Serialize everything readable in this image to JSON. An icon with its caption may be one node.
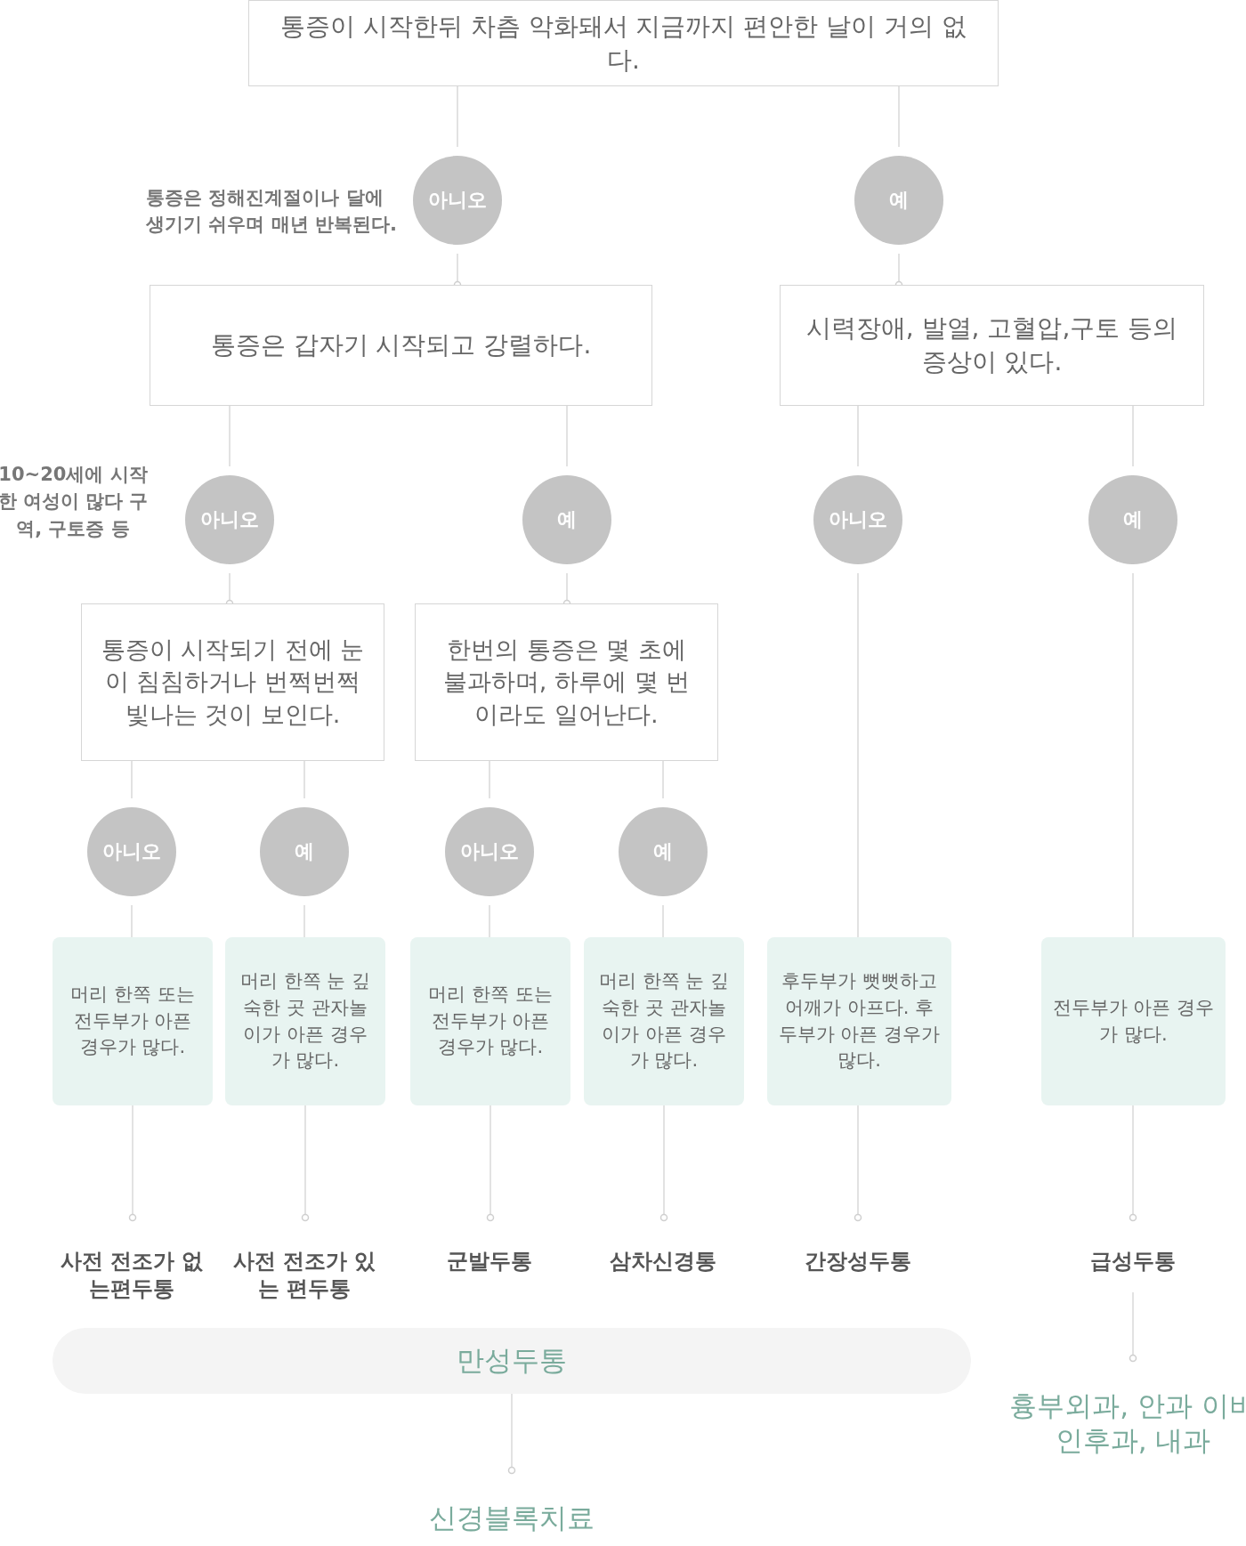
{
  "diagram": {
    "nodes": [
      {
        "text": [
          "통증이 시작한뒤 차츰 악화돼서 지금까지 편안한 날이 거의 없다."
        ]
      },
      {
        "text": [
          "아니오"
        ],
        "beside": [
          "통증은 정해진계절이나 달에 생기기 쉬우며 매년 반복된다."
        ]
      },
      {
        "text": [
          "예"
        ]
      },
      {
        "text": [
          "통증은 갑자기 시작되고 강렬하다."
        ]
      },
      {
        "text": [
          "시력장애, 발열, 고혈압,구토 등의 증상이 있다."
        ]
      },
      {
        "text": [
          "아니오"
        ],
        "beside": [
          "10~20세에 시작한 여성이 많다 구역, 구토증 등"
        ]
      },
      {
        "text": [
          "예"
        ]
      },
      {
        "text": [
          "아니오"
        ]
      },
      {
        "text": [
          "예"
        ]
      },
      {
        "text": [
          "통증이 시작되기 전에 눈이 침침하거나 번쩍번쩍 빛나는 것이 보인다."
        ]
      },
      {
        "text": [
          "한번의 통증은 몇 초에 불과하며, 하루에 몇 번이라도 일어난다."
        ]
      },
      {
        "text": [
          "아니오"
        ]
      },
      {
        "text": [
          "예"
        ]
      },
      {
        "text": [
          "아니오"
        ]
      },
      {
        "text": [
          "예"
        ]
      },
      {
        "text": [
          "머리 한쪽 또는 전두부가 아픈 경우가 많다."
        ]
      },
      {
        "text": [
          "머리 한쪽 눈 깊숙한 곳 관자놀이가 아픈 경우가 많다."
        ]
      },
      {
        "text": [
          "머리 한쪽 또는 전두부가 아픈 경우가 많다."
        ]
      },
      {
        "text": [
          "머리 한쪽 눈 깊숙한 곳 관자놀이가 아픈 경우가 많다."
        ]
      },
      {
        "text": [
          "후두부가 뻣뻣하고 어깨가 아프다. 후두부가 아픈 경우가 많다."
        ]
      },
      {
        "text": [
          "전두부가 아픈 경우가 많다."
        ]
      },
      {
        "text": [
          "사전 전조가 없는편두통"
        ]
      },
      {
        "text": [
          "사전 전조가 있는 편두통"
        ]
      },
      {
        "text": [
          "군발두통"
        ]
      },
      {
        "text": [
          "삼차신경통"
        ]
      },
      {
        "text": [
          "간장성두통"
        ]
      },
      {
        "text": [
          "급성두통"
        ]
      },
      {
        "text": [
          "만성두통"
        ]
      },
      {
        "text": [
          "신경블록치료"
        ]
      },
      {
        "text": [
          "흉부외과, 안과 이비인후과, 내과"
        ]
      }
    ],
    "edges": [
      {
        "from": 0,
        "to": 1,
        "arrow": "none"
      },
      {
        "from": 0,
        "to": 2,
        "arrow": "none"
      },
      {
        "from": 1,
        "to": 3,
        "arrow": "other"
      },
      {
        "from": 2,
        "to": 4,
        "arrow": "other"
      },
      {
        "from": 3,
        "to": 5,
        "arrow": "none"
      },
      {
        "from": 3,
        "to": 6,
        "arrow": "none"
      },
      {
        "from": 4,
        "to": 7,
        "arrow": "none"
      },
      {
        "from": 4,
        "to": 8,
        "arrow": "none"
      },
      {
        "from": 5,
        "to": 9,
        "arrow": "other"
      },
      {
        "from": 6,
        "to": 10,
        "arrow": "other"
      },
      {
        "from": 9,
        "to": 11,
        "arrow": "none"
      },
      {
        "from": 9,
        "to": 12,
        "arrow": "none"
      },
      {
        "from": 10,
        "to": 13,
        "arrow": "none"
      },
      {
        "from": 10,
        "to": 14,
        "arrow": "none"
      },
      {
        "from": 11,
        "to": 15,
        "arrow": "none"
      },
      {
        "from": 12,
        "to": 16,
        "arrow": "none"
      },
      {
        "from": 13,
        "to": 17,
        "arrow": "none"
      },
      {
        "from": 14,
        "to": 18,
        "arrow": "none"
      },
      {
        "from": 7,
        "to": 19,
        "arrow": "none"
      },
      {
        "from": 8,
        "to": 20,
        "arrow": "none"
      },
      {
        "from": 15,
        "to": 21,
        "arrow": "other"
      },
      {
        "from": 16,
        "to": 22,
        "arrow": "other"
      },
      {
        "from": 17,
        "to": 23,
        "arrow": "other"
      },
      {
        "from": 18,
        "to": 24,
        "arrow": "other"
      },
      {
        "from": 19,
        "to": 25,
        "arrow": "other"
      },
      {
        "from": 20,
        "to": 26,
        "arrow": "other"
      },
      {
        "from": 27,
        "to": 28,
        "arrow": "other"
      },
      {
        "from": 26,
        "to": 29,
        "arrow": "other"
      }
    ]
  }
}
